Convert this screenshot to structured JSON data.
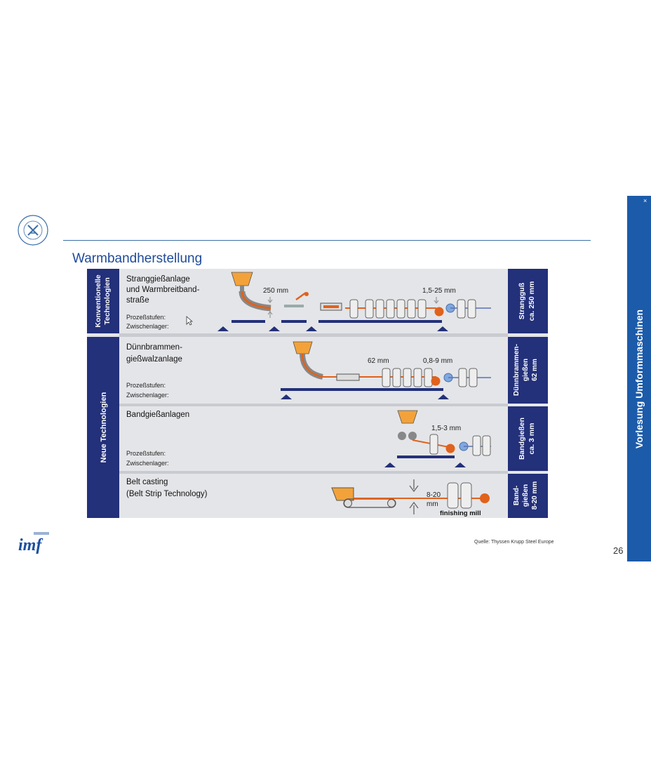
{
  "slide": {
    "title": "Warmbandherstellung",
    "page_number": "26",
    "source": "Quelle: Thyssen Krupp Steel Europe",
    "side_title": "Vorlesung Umformmaschinen",
    "close_icon": "×"
  },
  "colors": {
    "navy": "#23307a",
    "panel": "#e4e5e8",
    "row_border": "#c9cbd1",
    "orange": "#e0621c",
    "blue_circle": "#7fa8e0",
    "title_blue": "#1f4a9a",
    "sidebar_blue": "#1c5ba9"
  },
  "diagram": {
    "left_labels": {
      "conventional": [
        "Konventionelle",
        "Technologien"
      ],
      "new": "Neue Technologien"
    },
    "common": {
      "steps_label": "Prozeßstufen:",
      "storage_label": "Zwischenlager:"
    },
    "rows": [
      {
        "title_lines": [
          "Stranggießanlage",
          "und Warmbreitband-",
          "straße"
        ],
        "dims": [
          "250 mm",
          "1,5-25 mm"
        ],
        "right_label": [
          "Strangguß",
          "ca. 250 mm"
        ]
      },
      {
        "title_lines": [
          "Dünnbrammen-",
          "gießwalzanlage"
        ],
        "dims": [
          "62 mm",
          "0,8-9 mm"
        ],
        "right_label": [
          "Dünnbrammen-",
          "gießen",
          "62 mm"
        ]
      },
      {
        "title_lines": [
          "Bandgießanlagen"
        ],
        "dims": [
          "1,5-3 mm"
        ],
        "right_label": [
          "Bandgießen",
          "ca. 3 mm"
        ]
      },
      {
        "title_lines": [
          "Belt casting",
          "(Belt Strip Technology)"
        ],
        "dims": [
          "8-20",
          "mm"
        ],
        "extra": "finishing mill",
        "right_label": [
          "Band-",
          "gießen",
          "8-20 mm"
        ]
      }
    ]
  }
}
